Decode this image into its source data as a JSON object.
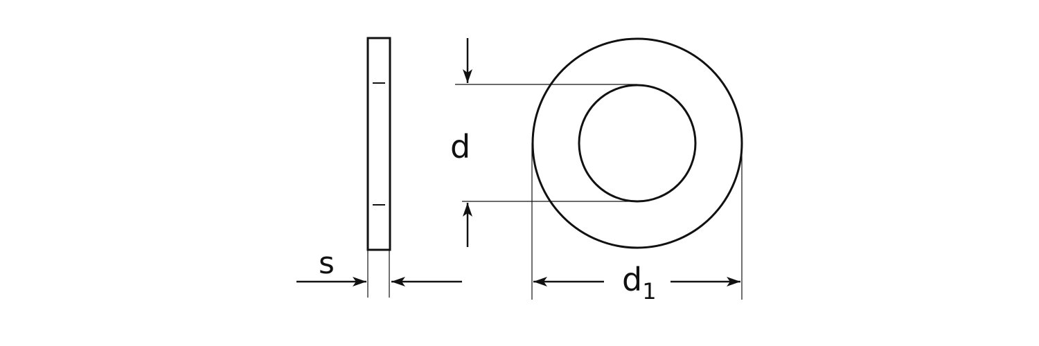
{
  "diagram": {
    "subject": "flat washer dimension drawing",
    "line_color": "#111111",
    "background": "#ffffff",
    "side_view": {
      "label": "side-view"
    },
    "front_view": {
      "label": "front-view"
    },
    "dimensions": {
      "thickness": {
        "symbol": "s"
      },
      "inner_diameter": {
        "symbol": "d"
      },
      "outer_diameter": {
        "symbol": "d",
        "subscript": "1"
      }
    }
  }
}
